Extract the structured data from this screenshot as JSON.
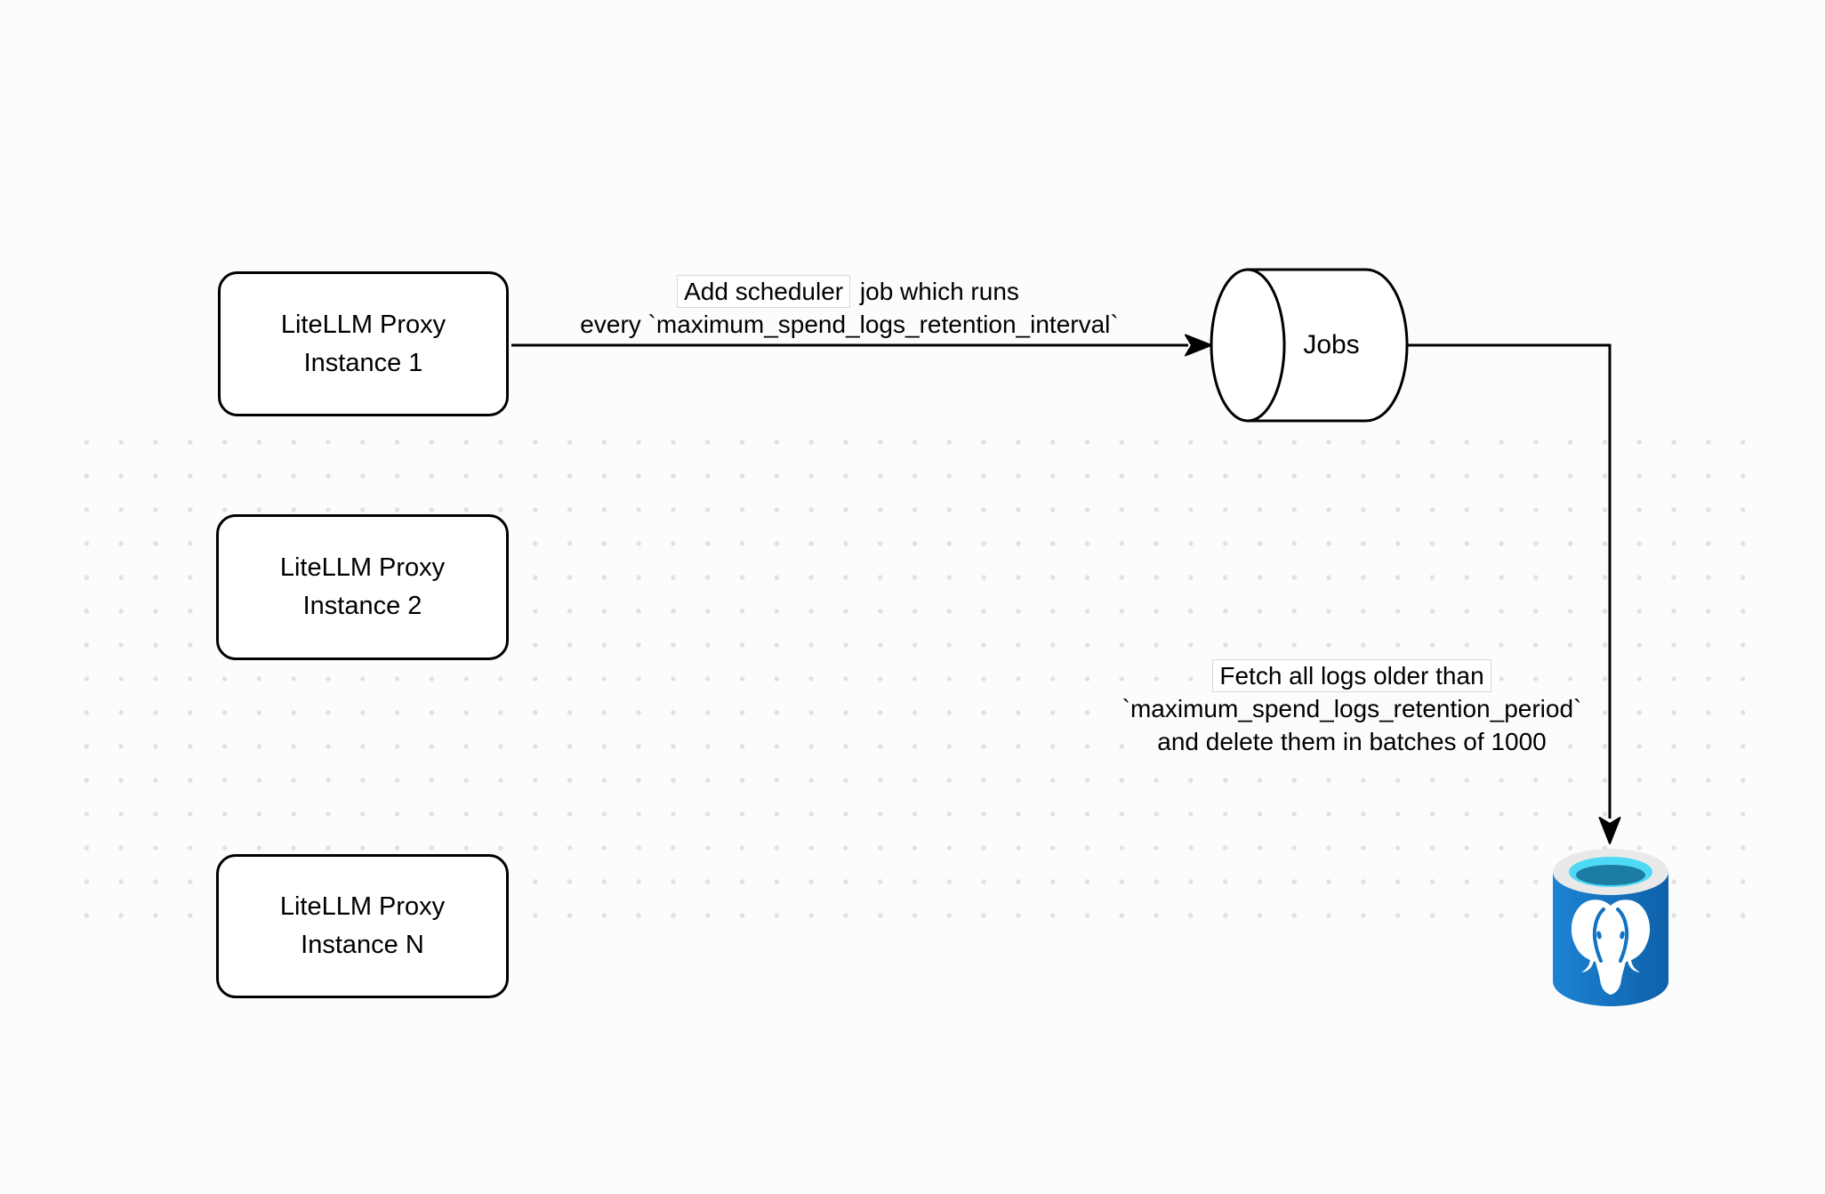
{
  "diagram": {
    "nodes": {
      "instance1": {
        "line1": "LiteLLM Proxy",
        "line2": "Instance 1"
      },
      "instance2": {
        "line1": "LiteLLM Proxy",
        "line2": "Instance 2"
      },
      "instanceN": {
        "line1": "LiteLLM Proxy",
        "line2": "Instance N"
      },
      "jobs_queue": {
        "label": "Jobs"
      },
      "postgres_db": {
        "icon": "postgresql-database-icon"
      }
    },
    "edges": {
      "add_scheduler": {
        "line1_boxed": "Add scheduler",
        "line1_rest": "job which runs",
        "line2": "every `maximum_spend_logs_retention_interval`"
      },
      "fetch_delete": {
        "line1": "Fetch all logs older than",
        "line2": "`maximum_spend_logs_retention_period`",
        "line3": "and delete them in batches of 1000"
      }
    },
    "colors": {
      "stroke": "#000000",
      "node_fill": "#ffffff",
      "background": "#fcfcfc",
      "grid_dot": "#e1e1e1",
      "postgres_blue": "#1173c2",
      "postgres_blue_light": "#1d83d4",
      "postgres_blue_dark": "#0e61a9",
      "postgres_ring": "#e9e9e9",
      "postgres_cyan": "#4ed9f6",
      "postgres_teal": "#1d7ca1"
    }
  }
}
